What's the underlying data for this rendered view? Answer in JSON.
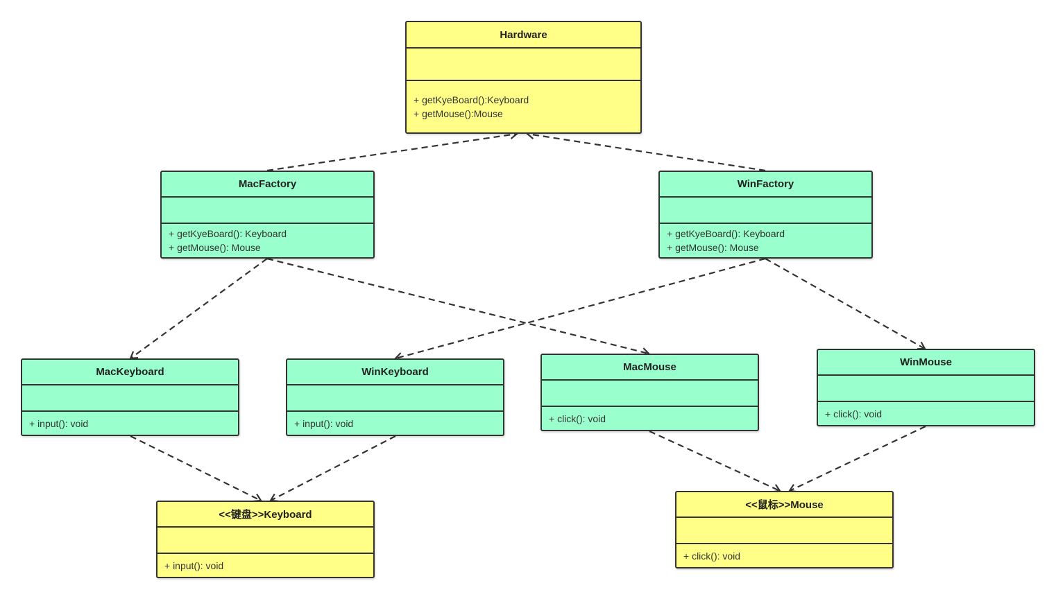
{
  "colors": {
    "interface_fill": "#ffff88",
    "class_fill": "#99ffcc",
    "border": "#333333",
    "edge": "#333333"
  },
  "classes": {
    "hardware": {
      "name": "Hardware",
      "ops": [
        "+ getKyeBoard():Keyboard",
        "+ getMouse():Mouse"
      ]
    },
    "mac_factory": {
      "name": "MacFactory",
      "ops": [
        "+ getKyeBoard(): Keyboard",
        "+ getMouse(): Mouse"
      ]
    },
    "win_factory": {
      "name": "WinFactory",
      "ops": [
        "+ getKyeBoard(): Keyboard",
        "+ getMouse(): Mouse"
      ]
    },
    "mac_keyboard": {
      "name": "MacKeyboard",
      "ops": [
        "+ input(): void"
      ]
    },
    "win_keyboard": {
      "name": "WinKeyboard",
      "ops": [
        "+ input(): void"
      ]
    },
    "mac_mouse": {
      "name": "MacMouse",
      "ops": [
        "+ click(): void"
      ]
    },
    "win_mouse": {
      "name": "WinMouse",
      "ops": [
        "+ click(): void"
      ]
    },
    "keyboard": {
      "name": "<<键盘>>Keyboard",
      "ops": [
        "+ input(): void"
      ]
    },
    "mouse": {
      "name": "<<鼠标>>Mouse",
      "ops": [
        "+ click(): void"
      ]
    }
  },
  "relations": [
    {
      "from": "mac_factory",
      "to": "hardware",
      "kind": "realization"
    },
    {
      "from": "win_factory",
      "to": "hardware",
      "kind": "realization"
    },
    {
      "from": "mac_factory",
      "to": "mac_keyboard",
      "kind": "dependency"
    },
    {
      "from": "mac_factory",
      "to": "mac_mouse",
      "kind": "dependency"
    },
    {
      "from": "win_factory",
      "to": "win_keyboard",
      "kind": "dependency"
    },
    {
      "from": "win_factory",
      "to": "win_mouse",
      "kind": "dependency"
    },
    {
      "from": "mac_keyboard",
      "to": "keyboard",
      "kind": "realization"
    },
    {
      "from": "win_keyboard",
      "to": "keyboard",
      "kind": "realization"
    },
    {
      "from": "mac_mouse",
      "to": "mouse",
      "kind": "realization"
    },
    {
      "from": "win_mouse",
      "to": "mouse",
      "kind": "realization"
    }
  ]
}
